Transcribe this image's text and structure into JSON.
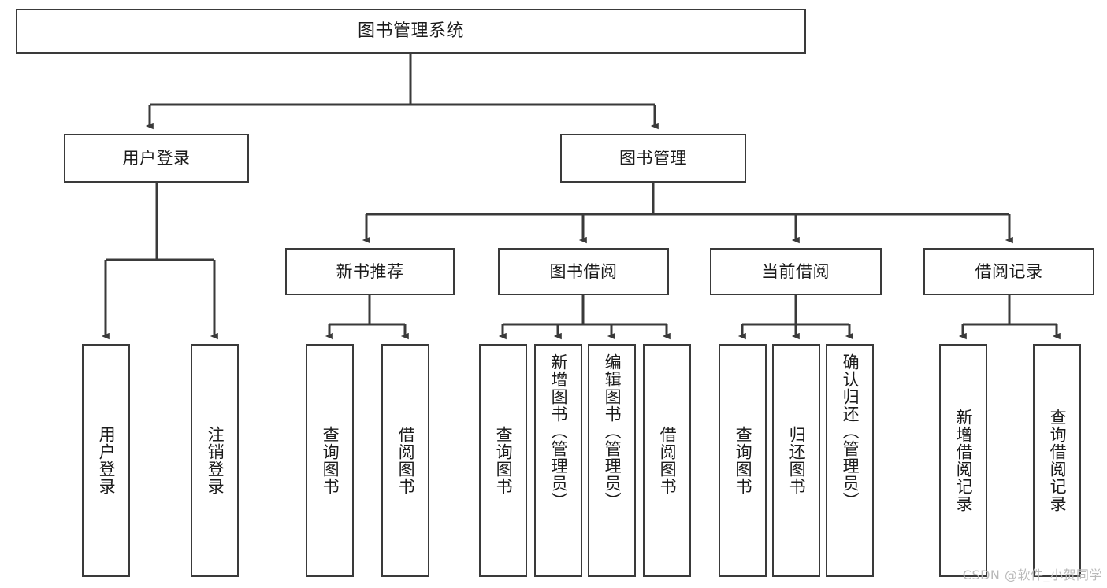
{
  "diagram": {
    "type": "tree-hierarchy-chart",
    "title": "图书管理系统",
    "root": {
      "id": "root",
      "label": "图书管理系统"
    },
    "level2": [
      {
        "id": "user-login",
        "label": "用户登录"
      },
      {
        "id": "book-management",
        "label": "图书管理"
      }
    ],
    "level3": [
      {
        "id": "new-book-recommend",
        "label": "新书推荐",
        "parent": "book-management"
      },
      {
        "id": "book-borrow",
        "label": "图书借阅",
        "parent": "book-management"
      },
      {
        "id": "current-borrow",
        "label": "当前借阅",
        "parent": "book-management"
      },
      {
        "id": "borrow-record",
        "label": "借阅记录",
        "parent": "book-management"
      }
    ],
    "leaves": [
      {
        "id": "leaf-user-login",
        "label": "用户登录",
        "parent": "user-login"
      },
      {
        "id": "leaf-logout-login",
        "label": "注销登录",
        "parent": "user-login"
      },
      {
        "id": "leaf-query-book-1",
        "label": "查询图书",
        "parent": "new-book-recommend"
      },
      {
        "id": "leaf-borrow-book-1",
        "label": "借阅图书",
        "parent": "new-book-recommend"
      },
      {
        "id": "leaf-query-book-2",
        "label": "查询图书",
        "parent": "book-borrow"
      },
      {
        "id": "leaf-add-book",
        "label": "新增图书（管理员）",
        "parent": "book-borrow"
      },
      {
        "id": "leaf-edit-book",
        "label": "编辑图书（管理员）",
        "parent": "book-borrow"
      },
      {
        "id": "leaf-borrow-book-2",
        "label": "借阅图书",
        "parent": "book-borrow"
      },
      {
        "id": "leaf-query-book-3",
        "label": "查询图书",
        "parent": "current-borrow"
      },
      {
        "id": "leaf-return-book",
        "label": "归还图书",
        "parent": "current-borrow"
      },
      {
        "id": "leaf-confirm-return",
        "label": "确认归还（管理员）",
        "parent": "current-borrow"
      },
      {
        "id": "leaf-add-record",
        "label": "新增借阅记录",
        "parent": "borrow-record"
      },
      {
        "id": "leaf-query-record",
        "label": "查询借阅记录",
        "parent": "borrow-record"
      }
    ],
    "colors": {
      "stroke": "#3a3a3a",
      "fill": "#ffffff",
      "text": "#1b1b1b",
      "watermark": "#b9b9b9"
    }
  },
  "watermark": {
    "text": "CSDN @软件_小贺同学"
  }
}
